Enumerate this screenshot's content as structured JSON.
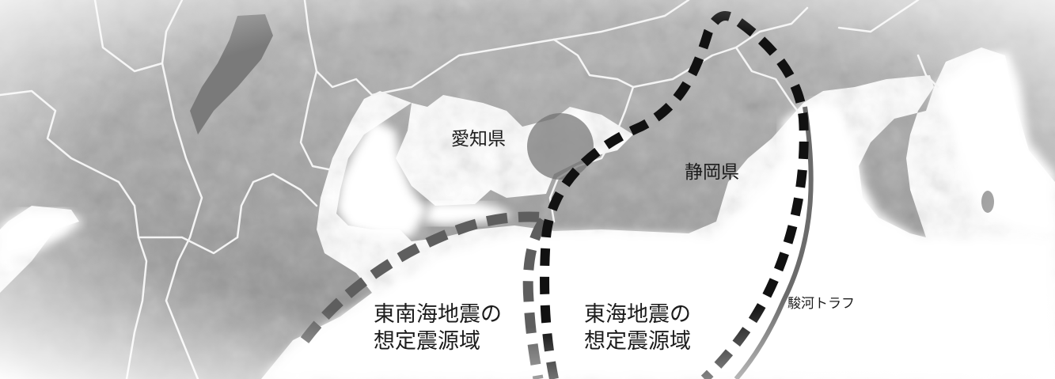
{
  "labels": {
    "aichi": "愛知県",
    "shizuoka": "静岡県",
    "tonankai_line1": "東南海地震の",
    "tonankai_line2": "想定震源域",
    "tokai_line1": "東海地震の",
    "tokai_line2": "想定震源域",
    "suruga": "駿河トラフ"
  },
  "colors": {
    "land": "#9a9a9a",
    "water": "#ffffff",
    "border": "#f4f4f4",
    "tokai_boundary": "#111111",
    "tonankai_boundary": "#5e5e5e",
    "trough": "#6b6b6b"
  }
}
